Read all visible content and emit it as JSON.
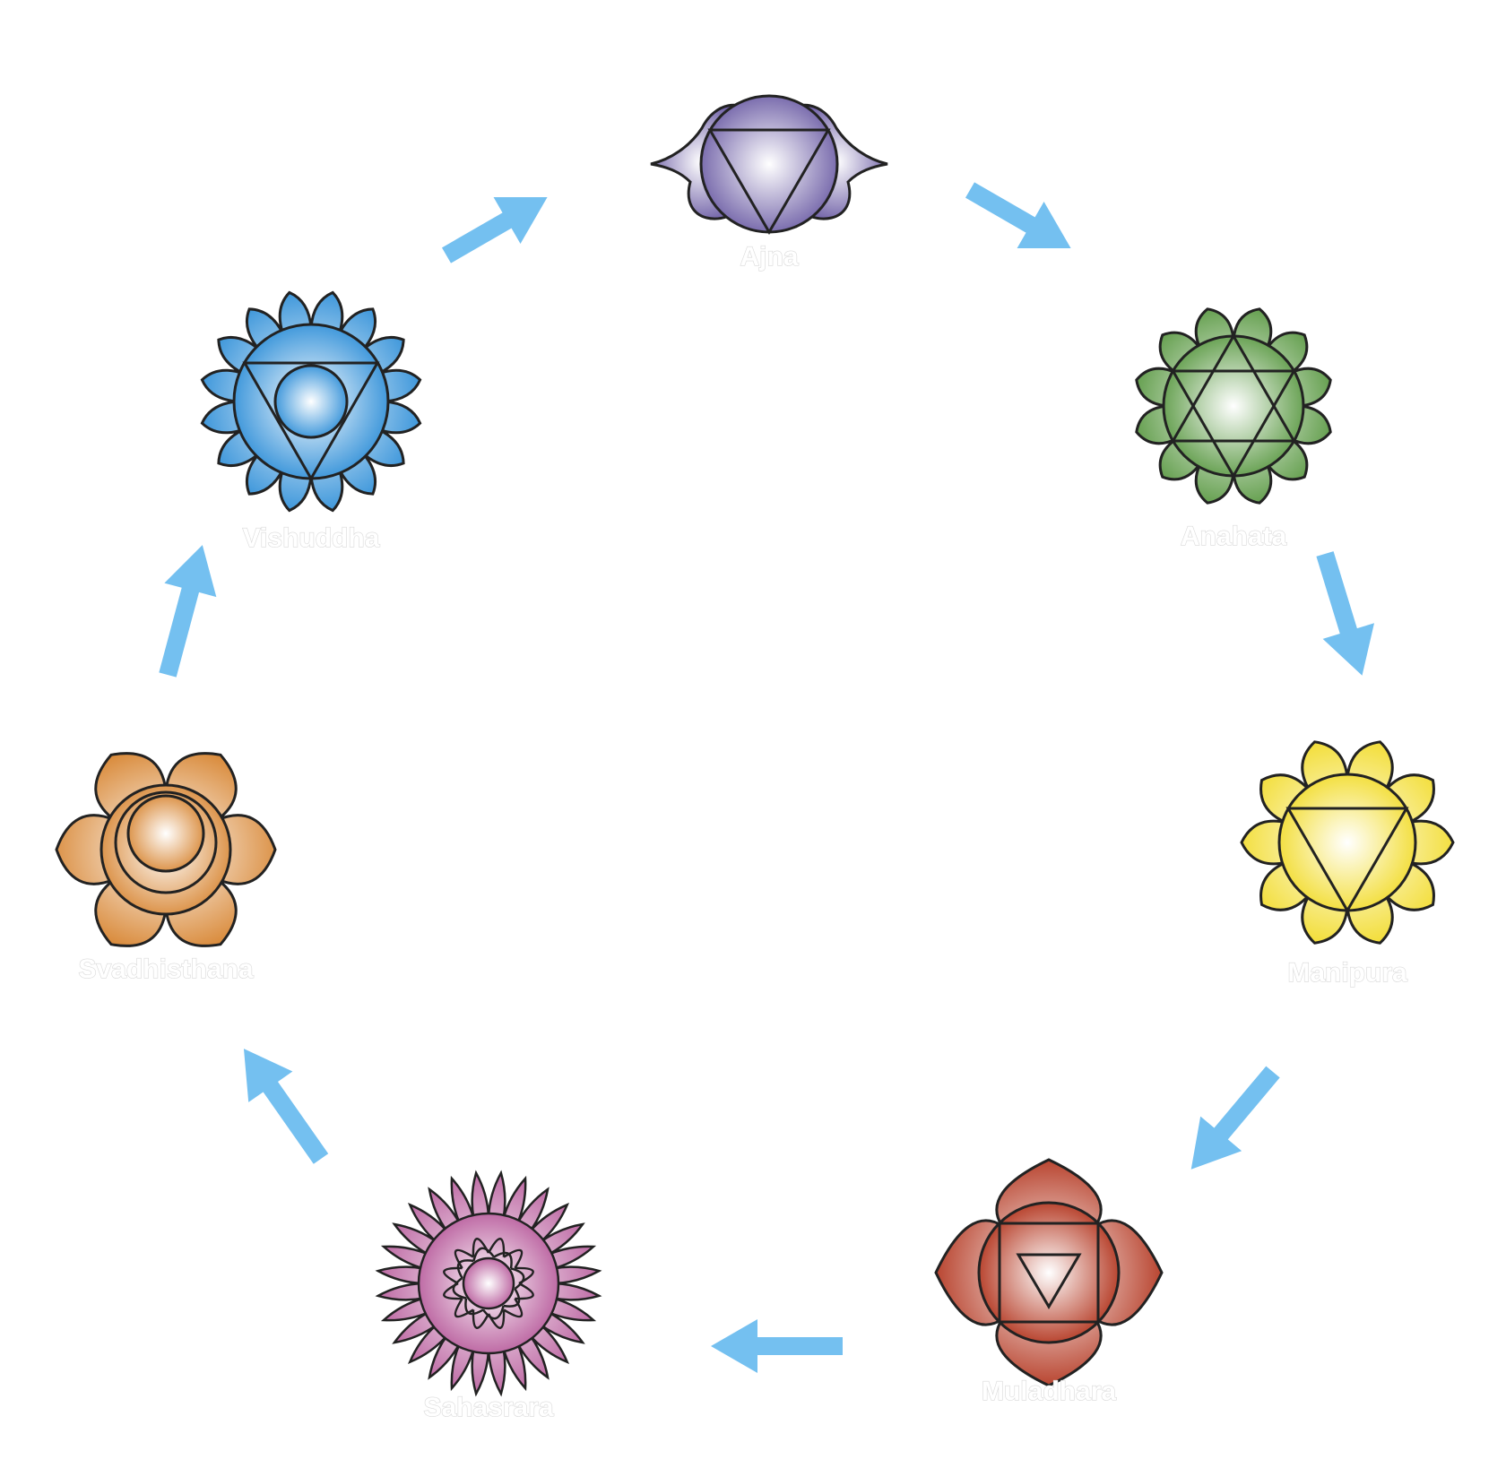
{
  "diagram": {
    "arrow_color": "#74c0f0",
    "outline_color": "#222222",
    "label_color": "#ffffff"
  },
  "chakras": [
    {
      "id": "ajna",
      "label": "Ajna",
      "color": "#6e5fa6",
      "light": "#ffffff",
      "icon": "ajna-icon"
    },
    {
      "id": "anahata",
      "label": "Anahata",
      "color": "#5c9a45",
      "light": "#ffffff",
      "icon": "anahata-icon"
    },
    {
      "id": "manipura",
      "label": "Manipura",
      "color": "#f2dc2e",
      "light": "#ffffff",
      "icon": "manipura-icon"
    },
    {
      "id": "muladhara",
      "label": "Muladhara",
      "color": "#b2331c",
      "light": "#ffffff",
      "icon": "muladhara-icon"
    },
    {
      "id": "sahasrara",
      "label": "Sahasrara",
      "color": "#b85c9c",
      "light": "#ffffff",
      "icon": "sahasrara-icon"
    },
    {
      "id": "svadhisthana",
      "label": "Svadhisthana",
      "color": "#d98a3a",
      "light": "#ffffff",
      "icon": "svadhisthana-icon"
    },
    {
      "id": "vishuddha",
      "label": "Vishuddha",
      "color": "#2f8fd8",
      "light": "#ffffff",
      "icon": "vishuddha-icon"
    }
  ]
}
